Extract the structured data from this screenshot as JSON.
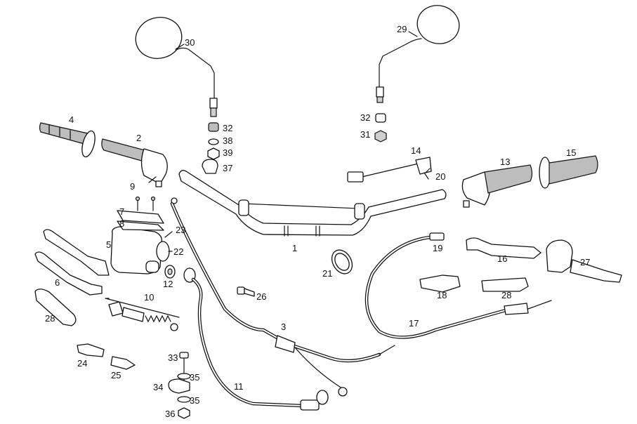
{
  "labels": {
    "n1": "1",
    "n2": "2",
    "n3": "3",
    "n4": "4",
    "n5": "5",
    "n6": "6",
    "n7": "7",
    "n8": "8",
    "n9": "9",
    "n10": "10",
    "n11": "11",
    "n12": "12",
    "n13": "13",
    "n14": "14",
    "n15": "15",
    "n16": "16",
    "n17": "17",
    "n18": "18",
    "n19": "19",
    "n20": "20",
    "n21": "21",
    "n22": "22",
    "n23": "23",
    "n24": "24",
    "n25": "25",
    "n26": "26",
    "n27": "27",
    "n28a": "28",
    "n28b": "28",
    "n29": "29",
    "n30": "30",
    "n31": "31",
    "n32a": "32",
    "n32b": "32",
    "n33": "33",
    "n34": "34",
    "n35a": "35",
    "n35b": "35",
    "n36": "36",
    "n37": "37",
    "n38": "38",
    "n39": "39"
  }
}
